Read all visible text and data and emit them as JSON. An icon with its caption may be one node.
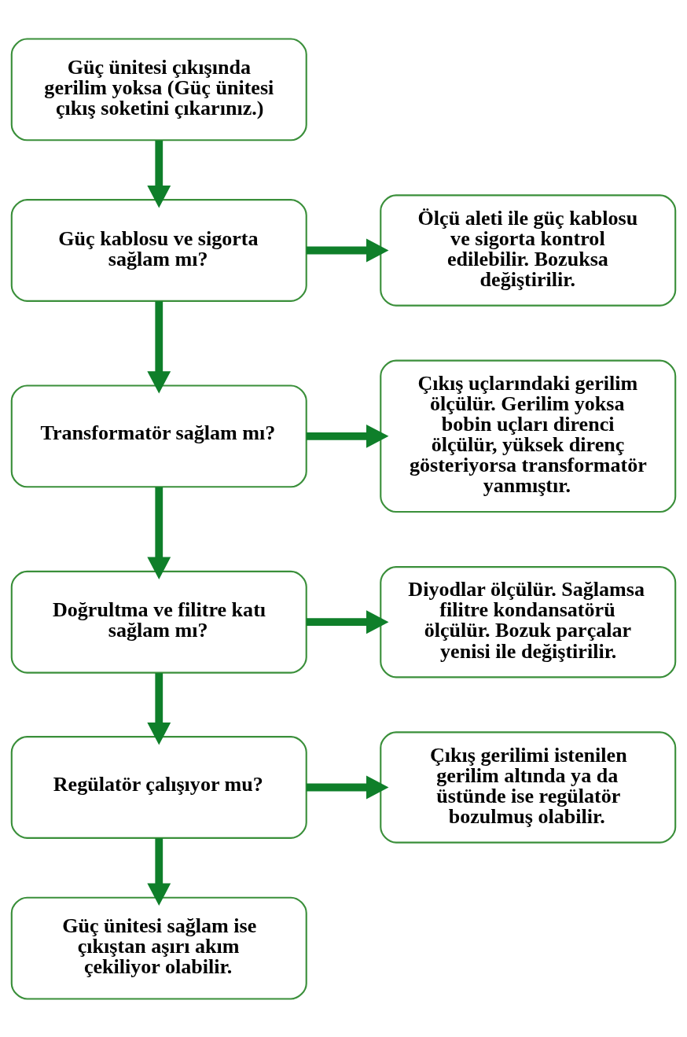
{
  "diagram": {
    "nodes": [
      {
        "text": [
          "Güç ünitesi çıkışında gerilim yoksa (Güç ünitesi çıkış soketini çıkarınız.)"
        ]
      },
      {
        "text": [
          "Güç kablosu ve sigorta sağlam mı?"
        ]
      },
      {
        "text": [
          "Ölçü aleti ile güç kablosu ve sigorta kontrol edilebilir. Bozuksa değiştirilir."
        ]
      },
      {
        "text": [
          "Transformatör sağlam mı?"
        ]
      },
      {
        "text": [
          "Çıkış uçlarındaki gerilim ölçülür. Gerilim yoksa bobin uçları direnci ölçülür, yüksek direnç gösteriyorsa transformatör yanmıştır."
        ]
      },
      {
        "text": [
          "Doğrultma ve filitre katı sağlam mı?"
        ]
      },
      {
        "text": [
          "Diyodlar ölçülür. Sağlamsa filitre kondansatörü ölçülür. Bozuk parçalar yenisi ile değiştirilir."
        ]
      },
      {
        "text": [
          "Regülatör çalışıyor mu?"
        ]
      },
      {
        "text": [
          "Çıkış gerilimi istenilen gerilim altında ya da üstünde ise regülatör bozulmuş olabilir."
        ]
      },
      {
        "text": [
          "Güç ünitesi sağlam ise çıkıştan aşırı akım çekiliyor olabilir."
        ]
      }
    ],
    "edges": [
      {
        "from": 0,
        "to": 1,
        "arrow": "to"
      },
      {
        "from": 1,
        "to": 2,
        "arrow": "to"
      },
      {
        "from": 1,
        "to": 3,
        "arrow": "to"
      },
      {
        "from": 3,
        "to": 4,
        "arrow": "to"
      },
      {
        "from": 3,
        "to": 5,
        "arrow": "to"
      },
      {
        "from": 5,
        "to": 6,
        "arrow": "to"
      },
      {
        "from": 5,
        "to": 7,
        "arrow": "to"
      },
      {
        "from": 7,
        "to": 8,
        "arrow": "to"
      },
      {
        "from": 7,
        "to": 9,
        "arrow": "to"
      }
    ]
  }
}
